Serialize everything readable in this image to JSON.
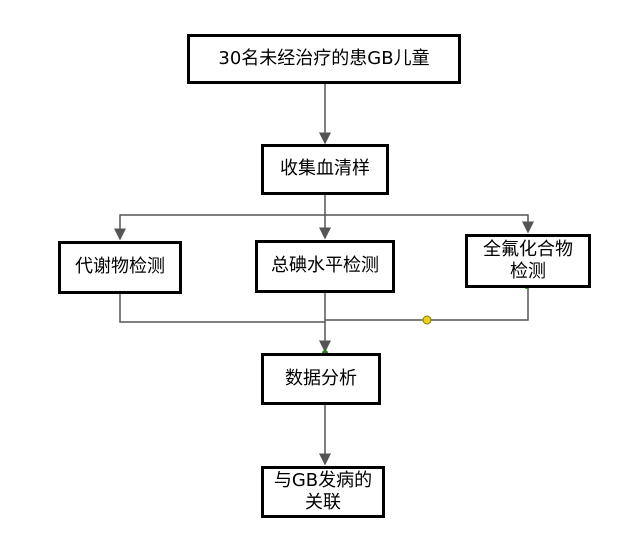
{
  "nodes": {
    "patients": "30名未经治疗的患GB儿童",
    "serum": "收集血清样",
    "metabolite": "代谢物检测",
    "iodine": "总碘水平检测",
    "pfc": "全氟化合物\n检测",
    "analysis": "数据分析",
    "association": "与GB发病的\n关联"
  },
  "colors": {
    "line": "#555555",
    "border": "#000000",
    "handle_yellow": "#e8d01c",
    "handle_green": "#2e7d1f"
  }
}
